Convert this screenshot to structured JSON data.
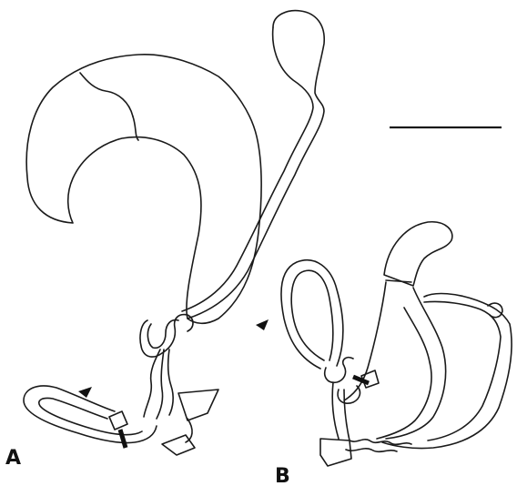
{
  "figure": {
    "panels": [
      {
        "id": "panel-a",
        "label": "A"
      },
      {
        "id": "panel-b",
        "label": "B"
      }
    ],
    "scale_bar": {
      "shown": true
    },
    "markers": [
      "arrowhead",
      "arrow"
    ],
    "colors": {
      "line": "#1a1a1a",
      "background": "#ffffff"
    }
  }
}
